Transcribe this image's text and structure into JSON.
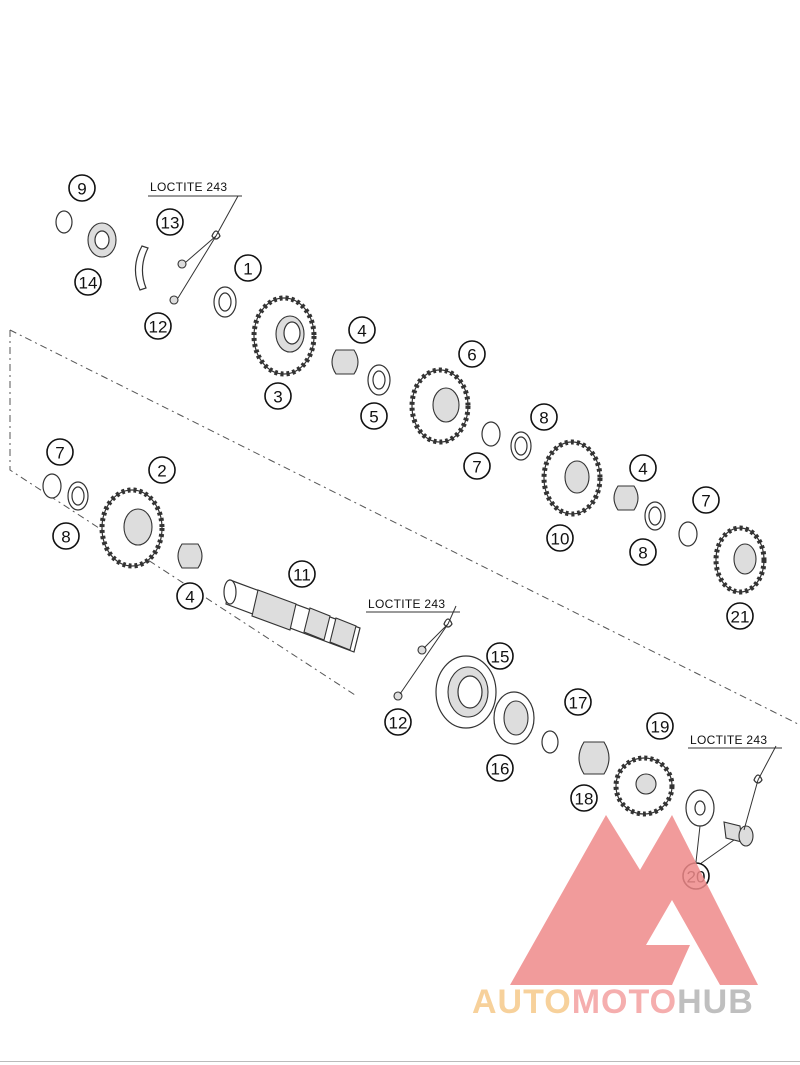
{
  "callouts": [
    {
      "id": "c9",
      "label": "9"
    },
    {
      "id": "c13",
      "label": "13"
    },
    {
      "id": "c14",
      "label": "14"
    },
    {
      "id": "c1",
      "label": "1"
    },
    {
      "id": "c12a",
      "label": "12"
    },
    {
      "id": "c3",
      "label": "3"
    },
    {
      "id": "c4a",
      "label": "4"
    },
    {
      "id": "c5",
      "label": "5"
    },
    {
      "id": "c6",
      "label": "6"
    },
    {
      "id": "c7a",
      "label": "7"
    },
    {
      "id": "c8a",
      "label": "8"
    },
    {
      "id": "c10",
      "label": "10"
    },
    {
      "id": "c4b",
      "label": "4"
    },
    {
      "id": "c8b",
      "label": "8"
    },
    {
      "id": "c7b",
      "label": "7"
    },
    {
      "id": "c21",
      "label": "21"
    },
    {
      "id": "c7c",
      "label": "7"
    },
    {
      "id": "c2",
      "label": "2"
    },
    {
      "id": "c8c",
      "label": "8"
    },
    {
      "id": "c4c",
      "label": "4"
    },
    {
      "id": "c11",
      "label": "11"
    },
    {
      "id": "c15",
      "label": "15"
    },
    {
      "id": "c12b",
      "label": "12"
    },
    {
      "id": "c17",
      "label": "17"
    },
    {
      "id": "c16",
      "label": "16"
    },
    {
      "id": "c19",
      "label": "19"
    },
    {
      "id": "c18",
      "label": "18"
    },
    {
      "id": "c20",
      "label": "20"
    }
  ],
  "loctite": [
    "LOCTITE 243",
    "LOCTITE 243",
    "LOCTITE 243"
  ],
  "watermark": {
    "auto": "AUTO",
    "moto": "MOTO",
    "hub": "HUB",
    "colors": {
      "auto": "#f6c98a",
      "moto": "#f4a0a0",
      "hub": "#b5b5b5",
      "logo": "#ef8a8a"
    }
  }
}
